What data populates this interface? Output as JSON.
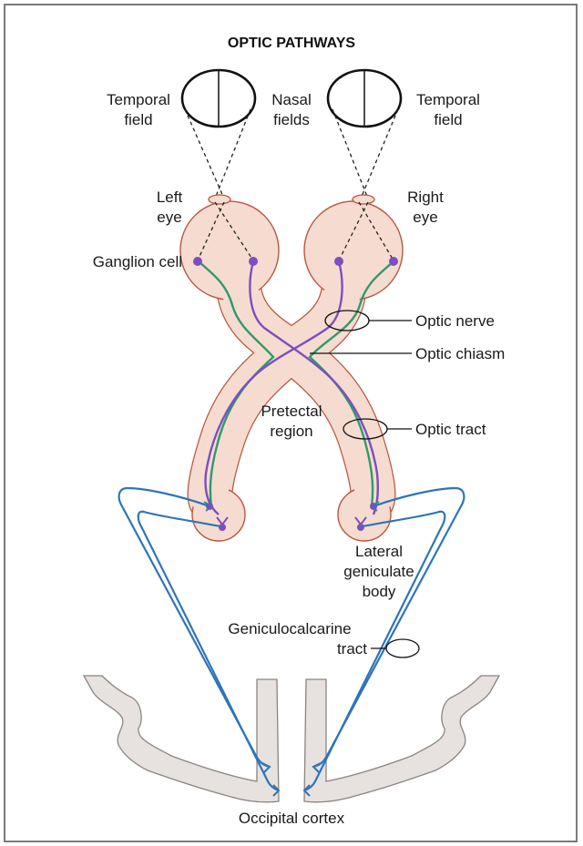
{
  "title": "OPTIC PATHWAYS",
  "labels": {
    "temporal_field_left_1": "Temporal",
    "temporal_field_left_2": "field",
    "nasal_fields_1": "Nasal",
    "nasal_fields_2": "fields",
    "temporal_field_right_1": "Temporal",
    "temporal_field_right_2": "field",
    "left_eye_1": "Left",
    "left_eye_2": "eye",
    "right_eye_1": "Right",
    "right_eye_2": "eye",
    "ganglion_cell": "Ganglion cell",
    "optic_nerve": "Optic nerve",
    "optic_chiasm": "Optic chiasm",
    "pretectal_1": "Pretectal",
    "pretectal_2": "region",
    "optic_tract": "Optic tract",
    "lgb_1": "Lateral",
    "lgb_2": "geniculate",
    "lgb_3": "body",
    "gct_1": "Geniculocalcarine",
    "gct_2": "tract",
    "occipital_cortex": "Occipital cortex"
  },
  "colors": {
    "tissue_fill": "#f6dcd0",
    "tissue_stroke": "#b8573e",
    "green_fibers": "#2e9a6e",
    "purple_fibers": "#7b4fc0",
    "blue_radiation": "#2f74b8",
    "cortex_fill": "#e7e2df",
    "cortex_stroke": "#8c8480",
    "ganglion_dot": "#7b4fc0"
  }
}
